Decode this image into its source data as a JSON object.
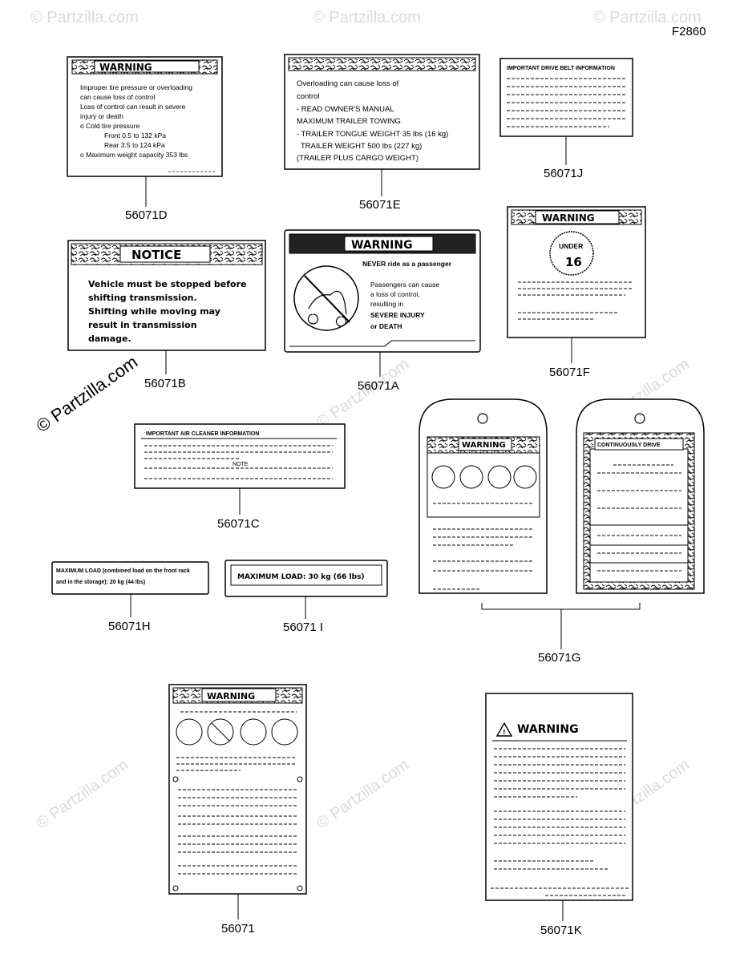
{
  "figure_code": "F2860",
  "watermark": "© Partzilla.com",
  "parts": {
    "d": "56071D",
    "e": "56071E",
    "j": "56071J",
    "b": "56071B",
    "a": "56071A",
    "f": "56071F",
    "c": "56071C",
    "h": "56071H",
    "i": "56071 I",
    "g": "56071G",
    "main": "56071",
    "k": "56071K"
  },
  "labels": {
    "d": {
      "header": "WARNING",
      "lines": [
        "Improper tire pressure or overloading",
        "can cause loss of control",
        "Loss of control can result in severe",
        "injury or death",
        "o Cold tire pressure",
        "Front 0.5 to 132 kPa",
        "Rear 3.5 to 124 kPa",
        "o Maximum weight capacity 353 lbs"
      ]
    },
    "e": {
      "lines": [
        "Overloading can cause loss of",
        "control",
        "- READ OWNER'S MANUAL",
        "MAXIMUM TRAILER TOWING",
        "- TRAILER TONGUE WEIGHT 35 lbs (16 kg)",
        "TRAILER WEIGHT 500 lbs (227 kg)",
        "(TRAILER PLUS CARGO WEIGHT)"
      ]
    },
    "j": {
      "header": "IMPORTANT DRIVE BELT INFORMATION"
    },
    "b": {
      "header": "NOTICE",
      "lines": [
        "Vehicle must be stopped before",
        "shifting transmission.",
        "Shifting while moving may",
        "result in transmission",
        "damage."
      ]
    },
    "a": {
      "header": "WARNING",
      "lines": [
        "NEVER ride as a passenger",
        "Passengers can cause",
        "a loss of control,",
        "resulting in",
        "SEVERE INJURY",
        "or DEATH"
      ]
    },
    "f": {
      "header": "WARNING",
      "badge_top": "UNDER",
      "badge_num": "16"
    },
    "c": {
      "header": "IMPORTANT AIR CLEANER INFORMATION",
      "note": "NOTE"
    },
    "h": {
      "lines": [
        "MAXIMUM LOAD (combined load on the front rack",
        "and in the storage): 20 kg (44 lbs)"
      ]
    },
    "i": {
      "text": "MAXIMUM LOAD: 30 kg (66 lbs)"
    },
    "g1": {
      "header": "WARNING"
    },
    "g2": {
      "header": "CONTINUOUSLY DRIVE"
    },
    "main": {
      "header": "WARNING"
    },
    "k": {
      "header": "WARNING"
    }
  }
}
